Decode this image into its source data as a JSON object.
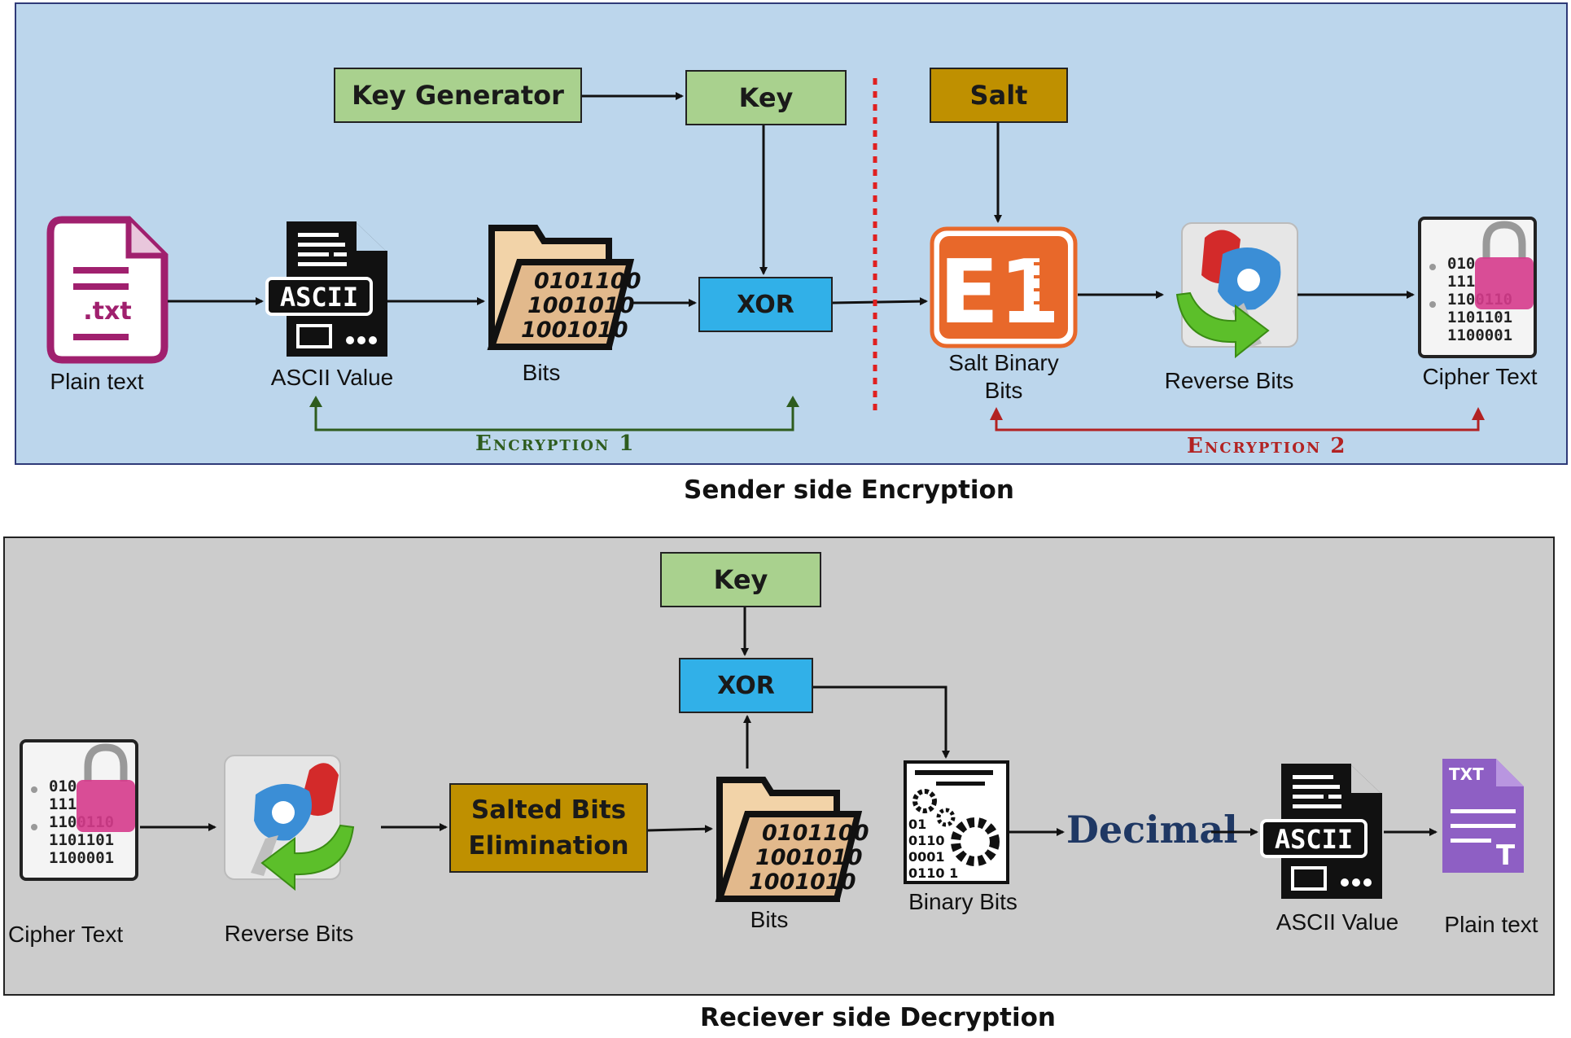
{
  "sender": {
    "title": "Sender side Encryption",
    "key_generator": "Key Generator",
    "key": "Key",
    "salt": "Salt",
    "xor": "XOR",
    "encryption1": "Encryption 1",
    "encryption2": "Encryption 2",
    "nodes": {
      "plain_text": "Plain text",
      "ascii_value": "ASCII Value",
      "bits": "Bits",
      "salt_binary_bits_line1": "Salt Binary",
      "salt_binary_bits_line2": "Bits",
      "reverse_bits": "Reverse Bits",
      "cipher_text": "Cipher Text"
    },
    "icon_text": {
      "txt": ".txt",
      "ascii": "ASCII",
      "bits_rows": [
        "0101100",
        "1001010",
        "1001010"
      ],
      "e1": "E1",
      "cipher_rows": [
        "010",
        "111",
        "1100110",
        "1101101",
        "1100001"
      ]
    }
  },
  "receiver": {
    "title": "Reciever side Decryption",
    "key": "Key",
    "xor": "XOR",
    "salted_bits_line1": "Salted Bits",
    "salted_bits_line2": "Elimination",
    "decimal": "Decimal",
    "nodes": {
      "cipher_text": "Cipher Text",
      "reverse_bits": "Reverse Bits",
      "bits": "Bits",
      "binary_bits": "Binary Bits",
      "ascii_value": "ASCII Value",
      "plain_text": "Plain text"
    },
    "icon_text": {
      "cipher_rows": [
        "010",
        "111",
        "1100110",
        "1101101",
        "1100001"
      ],
      "bits_rows": [
        "0101100",
        "1001010",
        "1001010"
      ],
      "binary_rows": [
        "01",
        "0110",
        "0001",
        "0110 1"
      ],
      "ascii": "ASCII",
      "txt": "TXT",
      "t": "T"
    }
  },
  "colors": {
    "sender_bg": "#bcd6ec",
    "receiver_bg": "#cccccc",
    "green_box": "#a9d18e",
    "blue_box": "#31b0e8",
    "gold_box": "#bf9000",
    "encryption1": "#2e5c1e",
    "encryption2": "#b22222"
  }
}
